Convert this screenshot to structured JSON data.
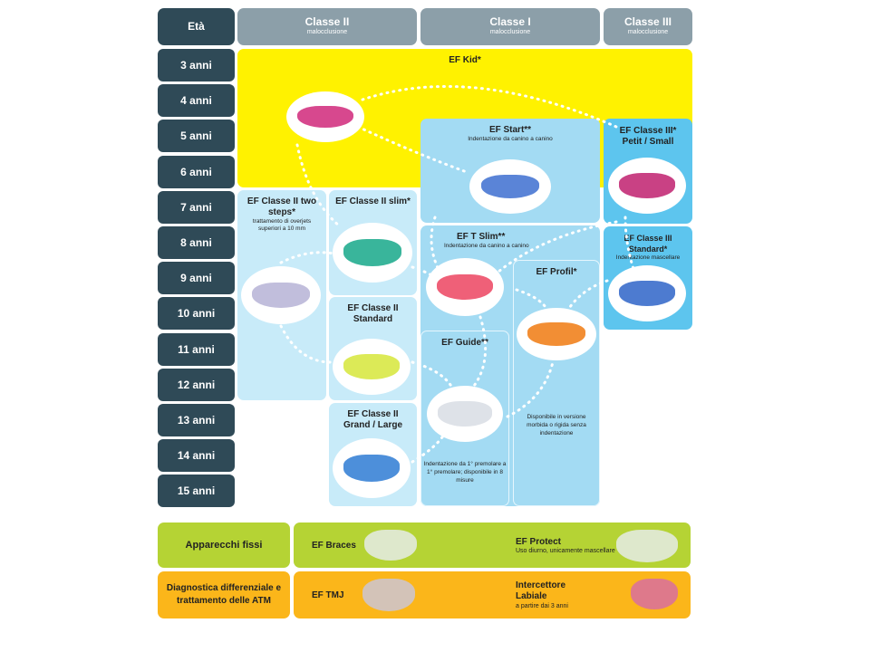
{
  "header": {
    "age_label": "Età",
    "columns": [
      {
        "title": "Classe II",
        "subtitle": "malocclusione"
      },
      {
        "title": "Classe I",
        "subtitle": "malocclusione"
      },
      {
        "title": "Classe III",
        "subtitle": "malocclusione"
      }
    ]
  },
  "ages": [
    "3 anni",
    "4 anni",
    "5 anni",
    "6 anni",
    "7 anni",
    "8 anni",
    "9 anni",
    "10 anni",
    "11 anni",
    "12 anni",
    "13 anni",
    "14 anni",
    "15 anni"
  ],
  "devices": {
    "kid": {
      "name": "EF Kid*"
    },
    "start": {
      "name": "EF Start**",
      "note": "Indentazione da canino a canino"
    },
    "c3_petit": {
      "name": "EF Classe III* Petit / Small"
    },
    "c3_standard": {
      "name": "EF Classe III Standard*",
      "note": "Indentazione mascellare"
    },
    "c2_two_steps": {
      "name": "EF Classe II two steps*",
      "note": "trattamento di overjets superiori a 10 mm"
    },
    "c2_slim": {
      "name": "EF Classe II slim*"
    },
    "c2_standard": {
      "name": "EF Classe II Standard"
    },
    "c2_grand": {
      "name": "EF Classe II Grand / Large"
    },
    "t_slim": {
      "name": "EF T Slim**",
      "note": "Indentazione da canino a canino"
    },
    "profil": {
      "name": "EF Profil*",
      "note": "Disponibile in versione morbida o rigida senza indentazione"
    },
    "guide": {
      "name": "EF Guide**",
      "note": "Indentazione da 1° premolare a 1° premolare; disponibile in 8 misure"
    }
  },
  "bottom": {
    "fixed": {
      "label": "Apparecchi fissi",
      "item1": "EF Braces",
      "item2": "EF Protect",
      "item2_note": "Uso diurno, unicamente mascellare"
    },
    "atm": {
      "label": "Diagnostica differenziale e trattamento delle ATM",
      "item1": "EF TMJ",
      "item2": "Intercettore Labiale",
      "item2_note": "a partire dai 3 anni"
    }
  },
  "colors": {
    "yellow": "#fff200",
    "green": "#b5d334",
    "orange": "#fbb61a",
    "dark": "#2f4a57"
  }
}
